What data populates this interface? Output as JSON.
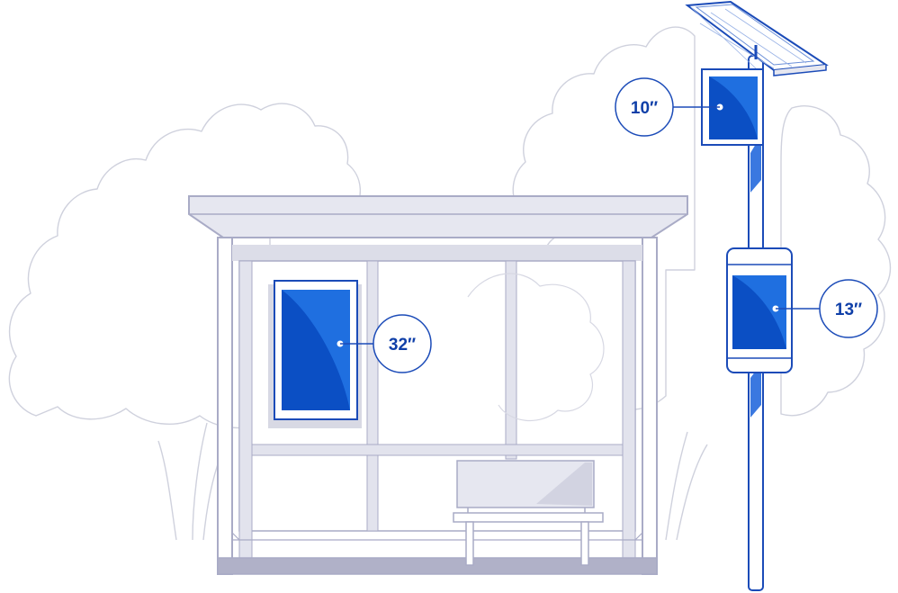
{
  "colors": {
    "outline": "#a9abc6",
    "tree": "#cfd1dd",
    "shelter_fill": "#e6e7f0",
    "shelter_dark": "#b0b1c8",
    "screen_blue": "#1f6fe0",
    "screen_dark": "#0b4fc4",
    "callout": "#1b4bb8",
    "pole_stripe": "#3a78e0"
  },
  "callouts": {
    "shelter_screen": {
      "label": "32″"
    },
    "pole_top_screen": {
      "label": "10″"
    },
    "pole_mid_screen": {
      "label": "13″"
    }
  },
  "icons": {
    "solar_panel": "solar-panel-icon",
    "bench": "bench-icon",
    "tree": "tree-icon"
  }
}
